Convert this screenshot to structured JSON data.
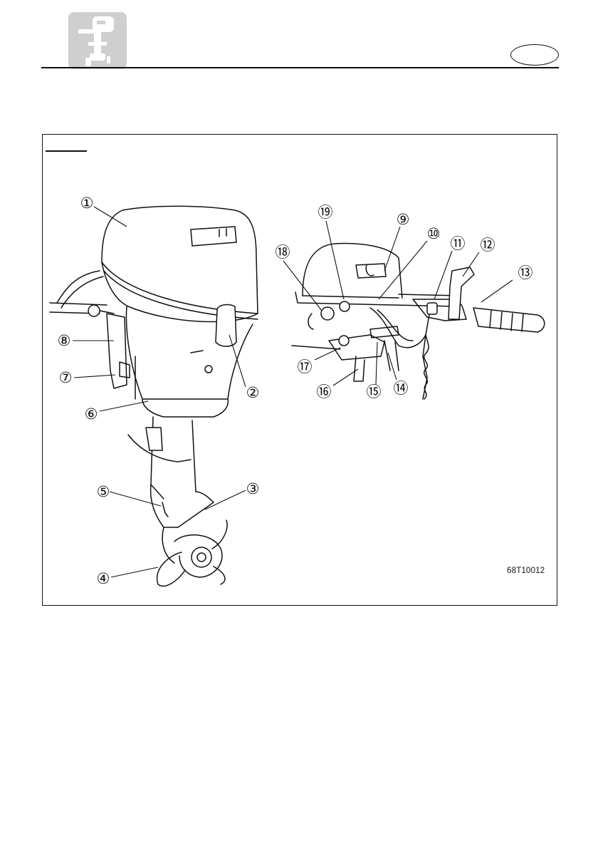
{
  "header": {
    "section_icon": "outboard-motor-icon"
  },
  "figure": {
    "code": "68T10012",
    "callouts": [
      {
        "number": "1",
        "glyph": "①"
      },
      {
        "number": "2",
        "glyph": "②"
      },
      {
        "number": "3",
        "glyph": "③"
      },
      {
        "number": "4",
        "glyph": "④"
      },
      {
        "number": "5",
        "glyph": "⑤"
      },
      {
        "number": "6",
        "glyph": "⑥"
      },
      {
        "number": "7",
        "glyph": "⑦"
      },
      {
        "number": "8",
        "glyph": "⑧"
      },
      {
        "number": "9",
        "glyph": "⑨"
      },
      {
        "number": "10",
        "glyph": "⑩"
      },
      {
        "number": "11",
        "glyph": "⑪"
      },
      {
        "number": "12",
        "glyph": "⑫"
      },
      {
        "number": "13",
        "glyph": "⑬"
      },
      {
        "number": "14",
        "glyph": "⑭"
      },
      {
        "number": "15",
        "glyph": "⑮"
      },
      {
        "number": "16",
        "glyph": "⑯"
      },
      {
        "number": "17",
        "glyph": "⑰"
      },
      {
        "number": "18",
        "glyph": "⑱"
      },
      {
        "number": "19",
        "glyph": "⑲"
      }
    ]
  }
}
